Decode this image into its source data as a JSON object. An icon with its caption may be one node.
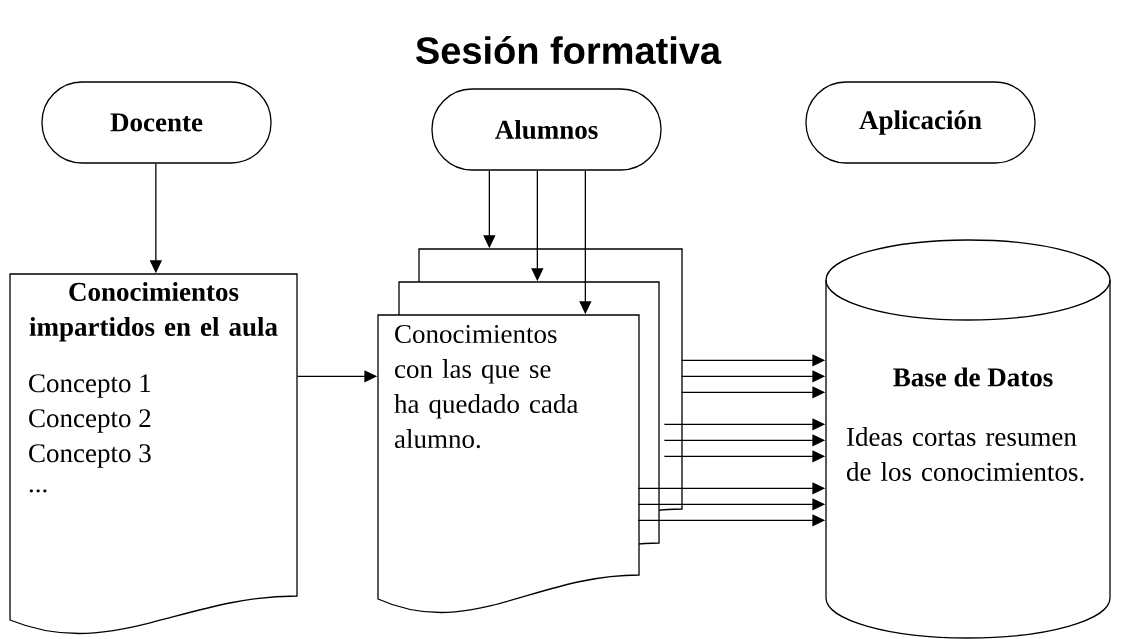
{
  "diagram": {
    "title": "Sesión formativa",
    "nodes": [
      {
        "text": [
          "Docente"
        ]
      },
      {
        "text": [
          "Alumnos"
        ]
      },
      {
        "text": [
          "Aplicación"
        ]
      },
      {
        "text": [
          "Conocimientos impartidos en el aula",
          "Concepto 1",
          "Concepto 2",
          "Concepto 3",
          "..."
        ]
      },
      {
        "text": [
          "Conocimientos con las que se ha quedado cada alumno."
        ]
      },
      {
        "text": [
          "Base de Datos",
          "Ideas cortas resumen de los conocimientos."
        ]
      }
    ],
    "edges": [
      {
        "from": 0,
        "to": 3,
        "arrow": "to"
      },
      {
        "from": 1,
        "to": 4,
        "arrow": "to"
      },
      {
        "from": 1,
        "to": 4,
        "arrow": "to"
      },
      {
        "from": 1,
        "to": 4,
        "arrow": "to"
      },
      {
        "from": 3,
        "to": 4,
        "arrow": "to"
      },
      {
        "from": 4,
        "to": 5,
        "arrow": "to"
      },
      {
        "from": 4,
        "to": 5,
        "arrow": "to"
      },
      {
        "from": 4,
        "to": 5,
        "arrow": "to"
      },
      {
        "from": 4,
        "to": 5,
        "arrow": "to"
      },
      {
        "from": 4,
        "to": 5,
        "arrow": "to"
      },
      {
        "from": 4,
        "to": 5,
        "arrow": "to"
      },
      {
        "from": 4,
        "to": 5,
        "arrow": "to"
      },
      {
        "from": 4,
        "to": 5,
        "arrow": "to"
      },
      {
        "from": 4,
        "to": 5,
        "arrow": "to"
      }
    ]
  }
}
